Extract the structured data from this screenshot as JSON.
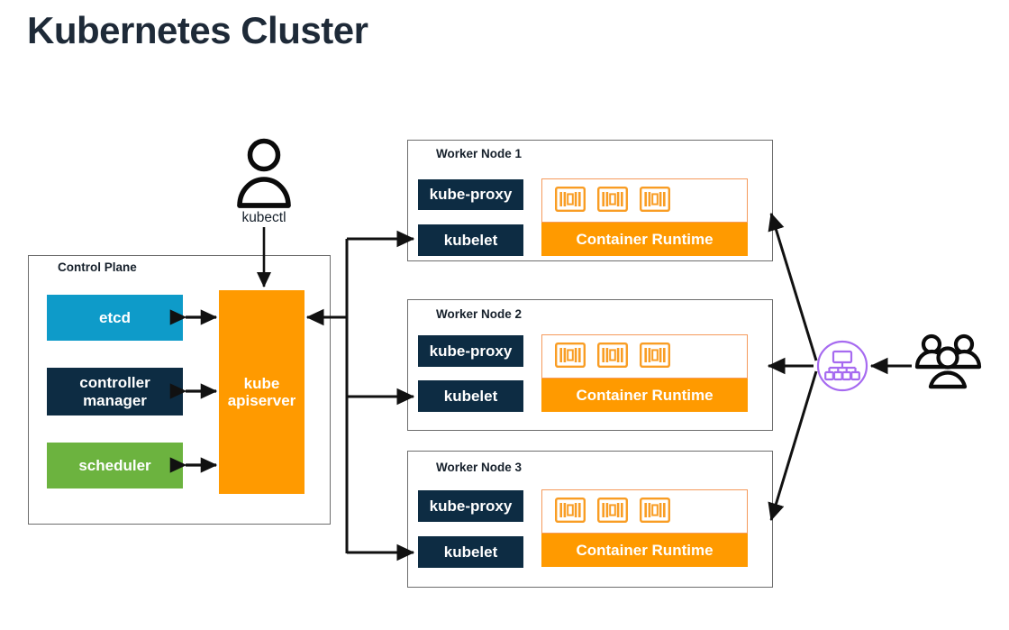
{
  "title": "Kubernetes Cluster",
  "colors": {
    "title": "#1E2A38",
    "navy": "#0D2C43",
    "cyan": "#0E9BC9",
    "green": "#6CB33F",
    "orange": "#FF9A00",
    "pod_outline": "#F59A5B",
    "loadbalancer_purple": "#A66AF0",
    "arrow": "#111111",
    "box_border": "#6D6D6D"
  },
  "client": {
    "icon": "user-icon",
    "label": "kubectl"
  },
  "control_plane": {
    "label": "Control Plane",
    "components": [
      {
        "label": "etcd",
        "color_key": "cyan"
      },
      {
        "label": "controller\nmanager",
        "line1": "controller",
        "line2": "manager",
        "color_key": "navy"
      },
      {
        "label": "scheduler",
        "color_key": "green"
      }
    ],
    "apiserver": {
      "line1": "kube",
      "line2": "apiserver",
      "color_key": "orange"
    }
  },
  "worker_nodes": [
    {
      "label": "Worker Node 1",
      "kube_proxy": "kube-proxy",
      "kubelet": "kubelet",
      "container_runtime": "Container Runtime",
      "pods": [
        "pod-icon",
        "pod-icon",
        "pod-icon"
      ]
    },
    {
      "label": "Worker Node 2",
      "kube_proxy": "kube-proxy",
      "kubelet": "kubelet",
      "container_runtime": "Container Runtime",
      "pods": [
        "pod-icon",
        "pod-icon",
        "pod-icon"
      ]
    },
    {
      "label": "Worker Node 3",
      "kube_proxy": "kube-proxy",
      "kubelet": "kubelet",
      "container_runtime": "Container Runtime",
      "pods": [
        "pod-icon",
        "pod-icon",
        "pod-icon"
      ]
    }
  ],
  "load_balancer": {
    "icon": "load-balancer-icon"
  },
  "end_users": {
    "icon": "users-group-icon"
  }
}
